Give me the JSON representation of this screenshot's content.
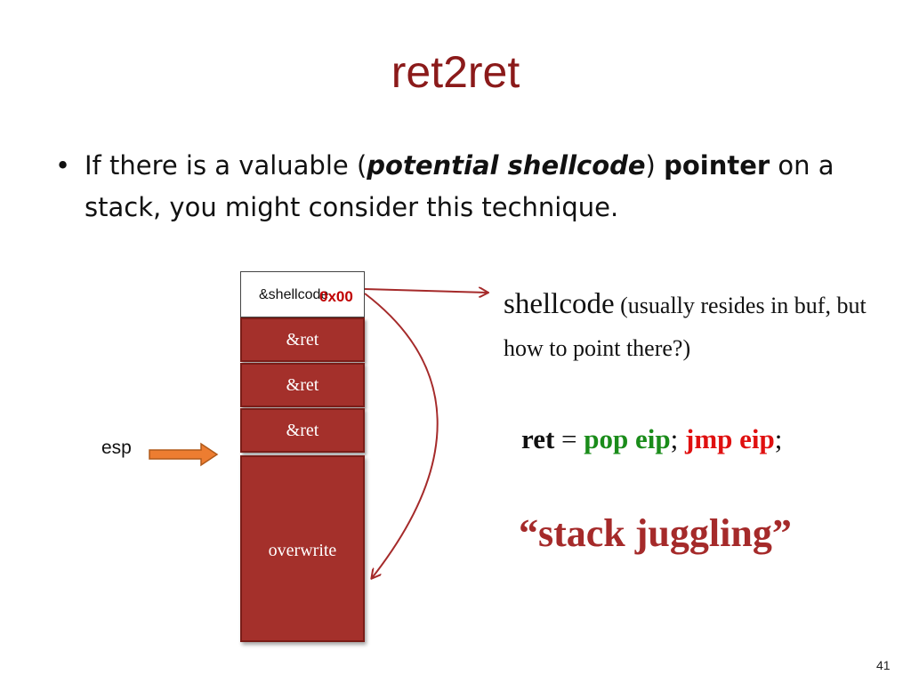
{
  "title": "ret2ret",
  "bullet": {
    "symbol": "•",
    "text_before": "If there is a valuable (",
    "emphasis": "potential shellcode",
    "text_middle": ") ",
    "bold": "pointer",
    "text_after": " on a stack, you might consider this technique."
  },
  "stack": {
    "top_cell": "&shellcode",
    "null_byte": "0x00",
    "ret_cells": [
      "&ret",
      "&ret",
      "&ret"
    ],
    "overwrite_cell": "overwrite"
  },
  "esp_label": "esp",
  "shellcode_note": {
    "main": "shellcode",
    "sub": " (usually resides in buf, but how to point there?)"
  },
  "equation": {
    "lhs": "ret",
    "eq": " = ",
    "pop": "pop eip",
    "sep1": "; ",
    "jmp": "jmp eip",
    "sep2": ";"
  },
  "phrase": "“stack juggling”",
  "page_number": "41",
  "colors": {
    "title": "#8b1a1a",
    "cell_fill": "#a4302b",
    "arrow_red": "#a52a2a",
    "esp_arrow": "#ed7d31",
    "green": "#1a8c1a",
    "red": "#e01010"
  }
}
